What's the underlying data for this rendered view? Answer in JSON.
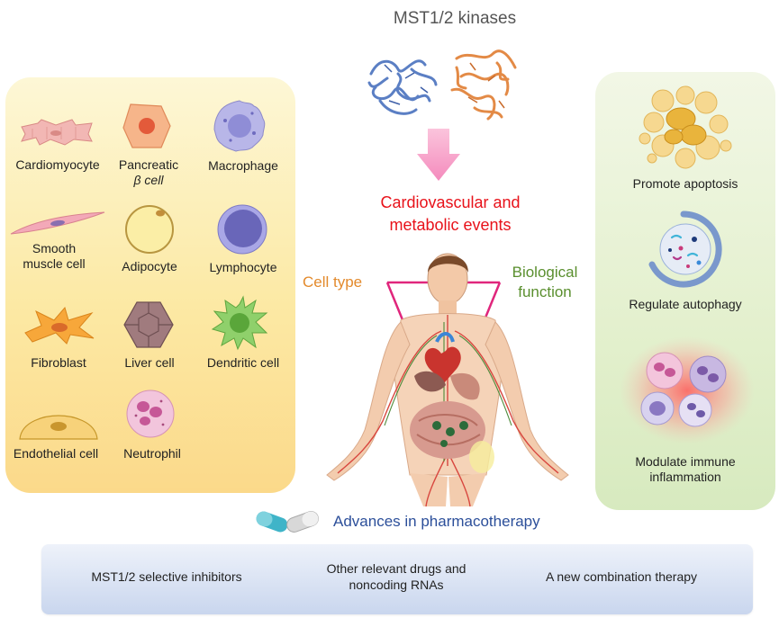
{
  "title": "MST1/2 kinases",
  "events": {
    "line1": "Cardiovascular and",
    "line2": "metabolic events"
  },
  "cell_type_label": "Cell type",
  "bio_function": {
    "line1": "Biological",
    "line2": "function"
  },
  "cells": [
    {
      "line1": "Cardiomyocyte"
    },
    {
      "line1": "Pancreatic",
      "line2": "β cell"
    },
    {
      "line1": "Macrophage"
    },
    {
      "line1": "Smooth",
      "line2": "muscle cell"
    },
    {
      "line1": "Adipocyte"
    },
    {
      "line1": "Lymphocyte"
    },
    {
      "line1": "Fibroblast"
    },
    {
      "line1": "Liver cell"
    },
    {
      "line1": "Dendritic cell"
    },
    {
      "line1": "Endothelial cell"
    },
    {
      "line1": "Neutrophil"
    }
  ],
  "functions": [
    {
      "line1": "Promote apoptosis"
    },
    {
      "line1": "Regulate autophagy"
    },
    {
      "line1": "Modulate immune",
      "line2": "inflammation"
    }
  ],
  "pharmacotherapy": "Advances in pharmacotherapy",
  "therapies": [
    {
      "line1": "MST1/2 selective inhibitors"
    },
    {
      "line1": "Other relevant drugs and",
      "line2": "noncoding RNAs"
    },
    {
      "line1": "A new combination therapy"
    }
  ],
  "colors": {
    "events": "#e8121a",
    "cell_type": "#e38a2c",
    "bio_function": "#5a8f2e",
    "pharma": "#2c4f9a",
    "arrow": "#f7a3c8",
    "magenta_lines": "#e0267c"
  }
}
